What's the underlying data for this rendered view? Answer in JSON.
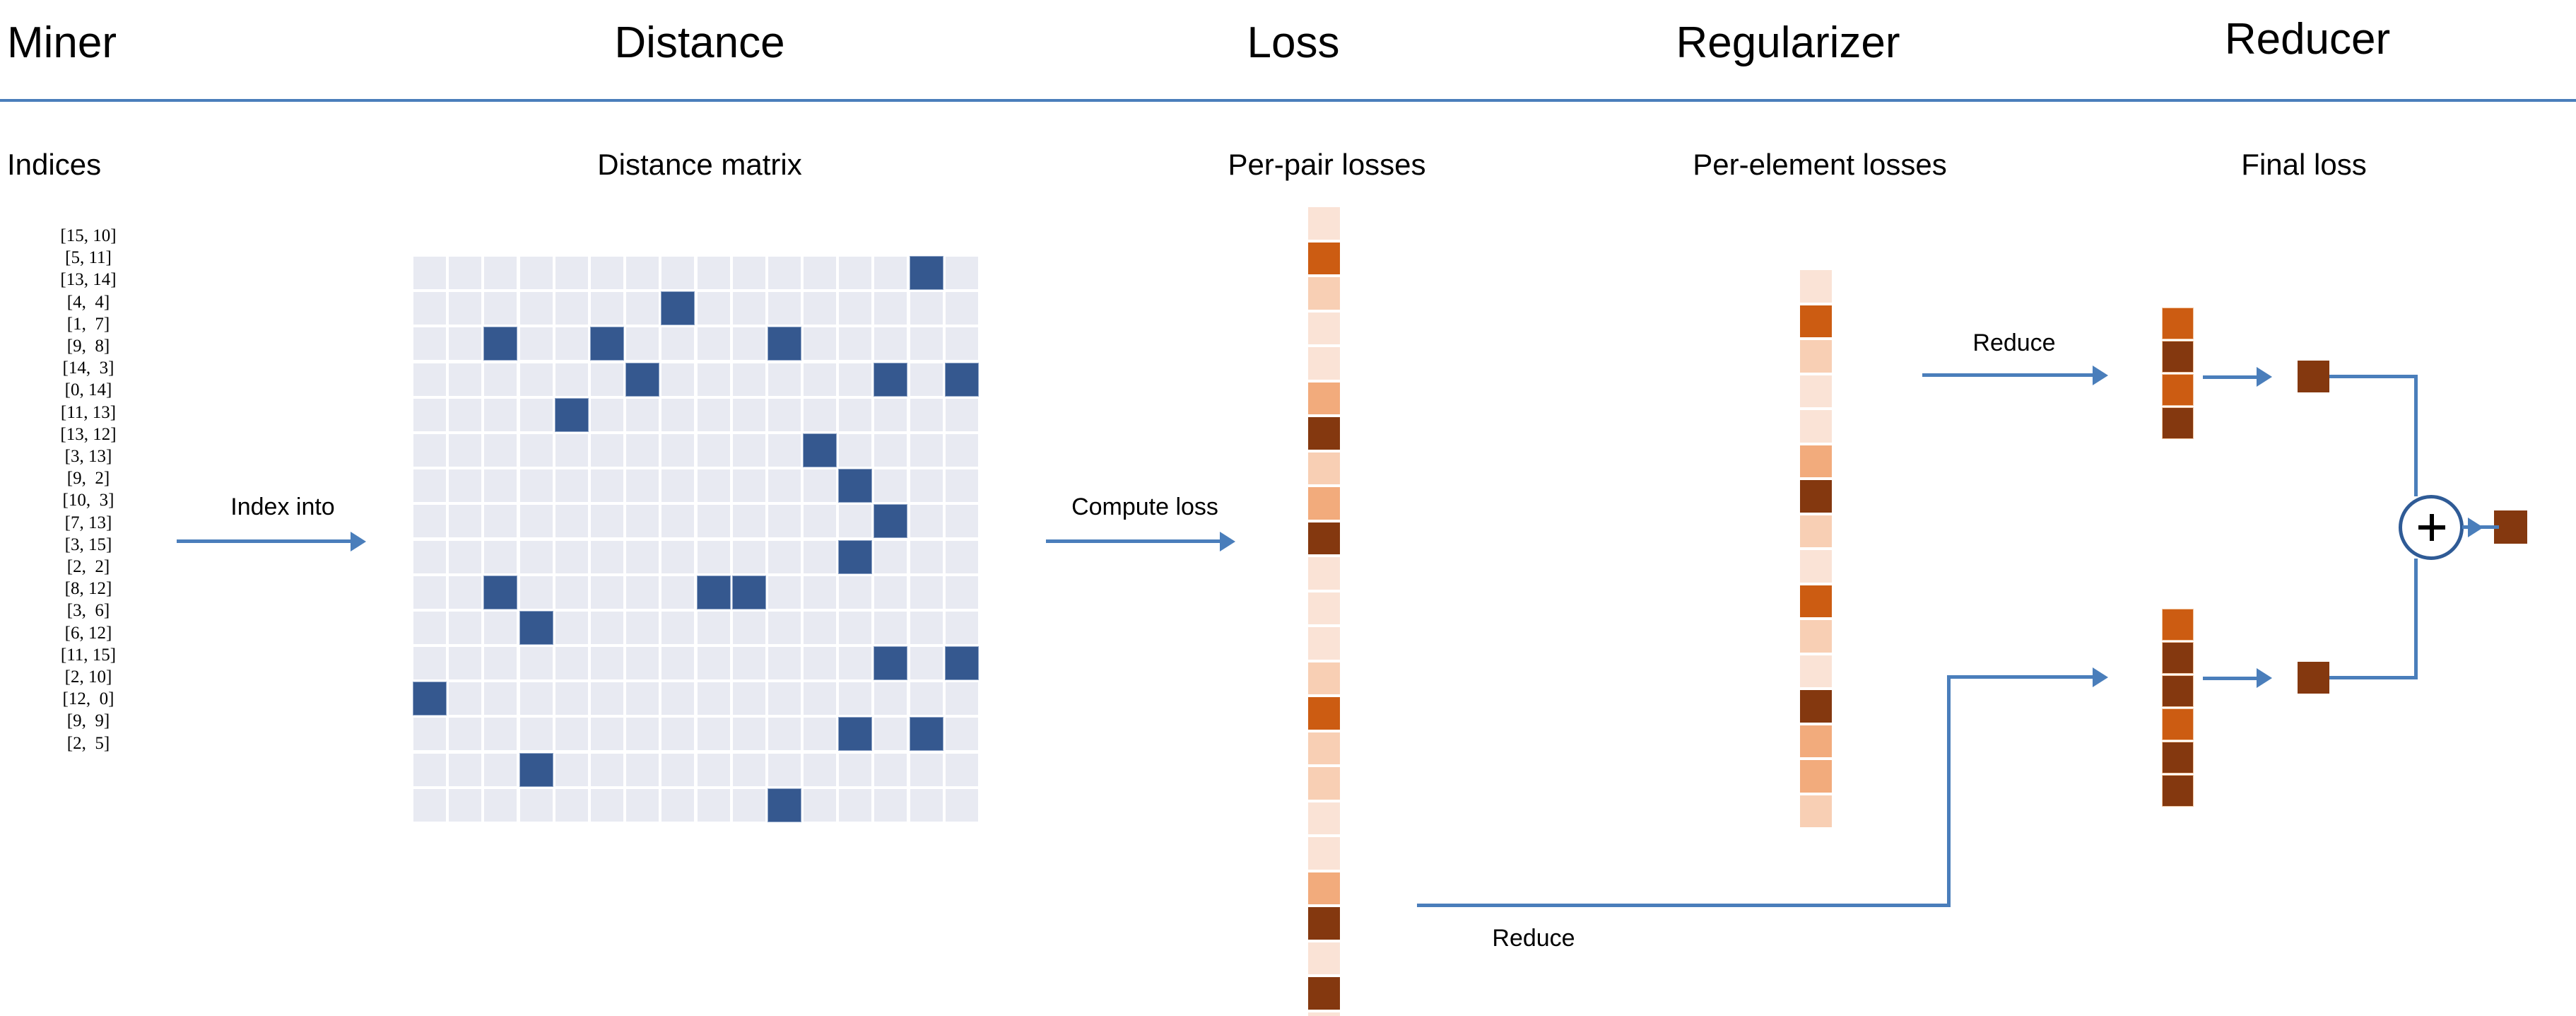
{
  "header": {
    "sections": [
      {
        "label": "Miner"
      },
      {
        "label": "Distance"
      },
      {
        "label": "Loss"
      },
      {
        "label": "Regularizer"
      },
      {
        "label": "Reducer"
      }
    ]
  },
  "subheadings": {
    "indices": "Indices",
    "distance_matrix": "Distance matrix",
    "per_pair_losses": "Per-pair losses",
    "per_element_losses": "Per-element losses",
    "final_loss": "Final loss"
  },
  "arrow_labels": {
    "index_into": "Index into",
    "compute_loss": "Compute loss",
    "reduce_top": "Reduce",
    "reduce_bottom": "Reduce"
  },
  "plus_node": {
    "symbol": "+"
  },
  "colors": {
    "accent_blue": "#4a7ebb",
    "matrix_cell_empty": "#e8eaf2",
    "matrix_cell_filled": "#35588f",
    "heat_l0": "#fae3d6",
    "heat_l1": "#f8cfb4",
    "heat_l2": "#f2ab7c",
    "heat_l3": "#cc5c12",
    "heat_l4": "#84380f",
    "final_square": "#84380f"
  },
  "chart_data": {
    "type": "diagram",
    "title": "Pytorch Metric Learning pipeline: Miner → Distance → Loss → Regularizer → Reducer",
    "miner": {
      "label": "Indices",
      "pairs": [
        "[15, 10]",
        "[5, 11]",
        "[13, 14]",
        "[4,  4]",
        "[1,  7]",
        "[9,  8]",
        "[14,  3]",
        "[0, 14]",
        "[11, 13]",
        "[13, 12]",
        "[3, 13]",
        "[9,  2]",
        "[10,  3]",
        "[7, 13]",
        "[3, 15]",
        "[2,  2]",
        "[8, 12]",
        "[3,  6]",
        "[6, 12]",
        "[11, 15]",
        "[2, 10]",
        "[12,  0]",
        "[9,  9]",
        "[2,  5]"
      ],
      "count": 24
    },
    "distance_matrix": {
      "label": "Distance matrix",
      "rows": 16,
      "cols": 16,
      "filled_cells": [
        [
          0,
          14
        ],
        [
          1,
          7
        ],
        [
          2,
          2
        ],
        [
          2,
          5
        ],
        [
          2,
          10
        ],
        [
          3,
          6
        ],
        [
          3,
          13
        ],
        [
          3,
          15
        ],
        [
          4,
          4
        ],
        [
          5,
          11
        ],
        [
          6,
          12
        ],
        [
          7,
          13
        ],
        [
          8,
          12
        ],
        [
          9,
          2
        ],
        [
          9,
          8
        ],
        [
          9,
          9
        ],
        [
          10,
          3
        ],
        [
          11,
          13
        ],
        [
          11,
          15
        ],
        [
          12,
          0
        ],
        [
          13,
          12
        ],
        [
          13,
          14
        ],
        [
          14,
          3
        ],
        [
          15,
          10
        ]
      ]
    },
    "per_pair_losses": {
      "label": "Per-pair losses",
      "count": 24,
      "levels": [
        0,
        3,
        1,
        0,
        0,
        2,
        4,
        1,
        2,
        4,
        0,
        0,
        0,
        1,
        3,
        1,
        1,
        0,
        0,
        2,
        4,
        0,
        4,
        0
      ]
    },
    "per_element_losses": {
      "label": "Per-element losses",
      "count": 16,
      "levels": [
        0,
        3,
        1,
        0,
        0,
        2,
        4,
        1,
        0,
        3,
        1,
        0,
        4,
        2,
        2,
        1
      ]
    },
    "reducer": {
      "label": "Final loss",
      "top_stack_levels": [
        3,
        4,
        3,
        4
      ],
      "bottom_stack_levels": [
        3,
        4,
        4,
        3,
        4,
        4
      ],
      "reduced_top_level": 4,
      "reduced_bottom_level": 4,
      "final_level": 4
    }
  }
}
